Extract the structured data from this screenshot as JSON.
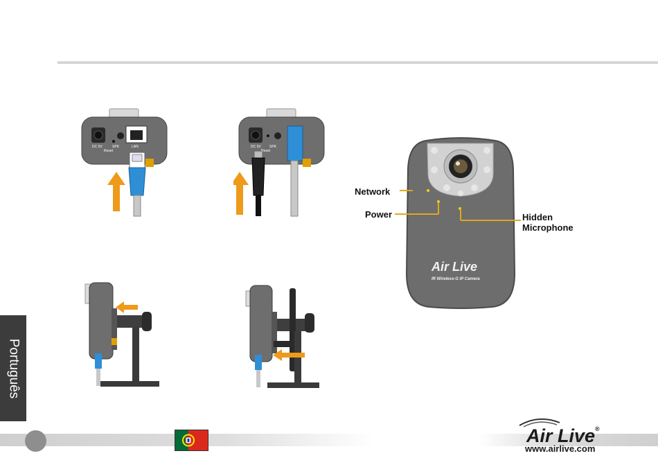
{
  "sidebar": {
    "language_label": "Português"
  },
  "camera_callouts": {
    "network": "Network",
    "power": "Power",
    "hidden_microphone_line1": "Hidden",
    "hidden_microphone_line2": "Microphone"
  },
  "camera_face": {
    "brand": "Air Live",
    "model": "IR Wireless-G IP Camera"
  },
  "back_panel_1": {
    "dc_label": "DC 5V",
    "spk_label": "SPK",
    "reset_label": "Reset",
    "lan_label": "LAN"
  },
  "back_panel_2": {
    "dc_label": "DC 5V",
    "spk_label": "SPK",
    "reset_label": "Reset"
  },
  "footer": {
    "brand": "Air Live",
    "url": "www.airlive.com"
  },
  "colors": {
    "arrow": "#ee9a1a",
    "leader": "#e0a91c",
    "led": "#f0d020",
    "body": "#6d6d6d",
    "tab": "#3c3c3c",
    "cable_blue": "#2e8fd6"
  },
  "icons": [
    "portugal-flag-icon",
    "arrow-up-icon",
    "arrow-left-icon",
    "airlive-logo-icon"
  ]
}
